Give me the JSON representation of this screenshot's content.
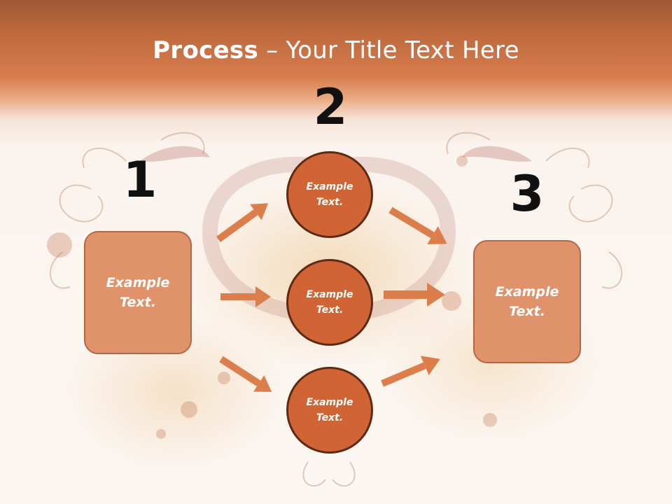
{
  "title": {
    "strong": "Process",
    "rest": " – Your Title Text Here"
  },
  "steps": [
    {
      "number": "1",
      "label": "Example Text."
    },
    {
      "number": "2",
      "items": [
        "Example Text.",
        "Example Text.",
        "Example Text."
      ]
    },
    {
      "number": "3",
      "label": "Example Text."
    }
  ],
  "colors": {
    "header": "#c06a3e",
    "box_fill": "#e0926a",
    "circle_fill": "#d06434",
    "circle_border": "#5e2a14",
    "arrow": "#dc7e4c"
  }
}
